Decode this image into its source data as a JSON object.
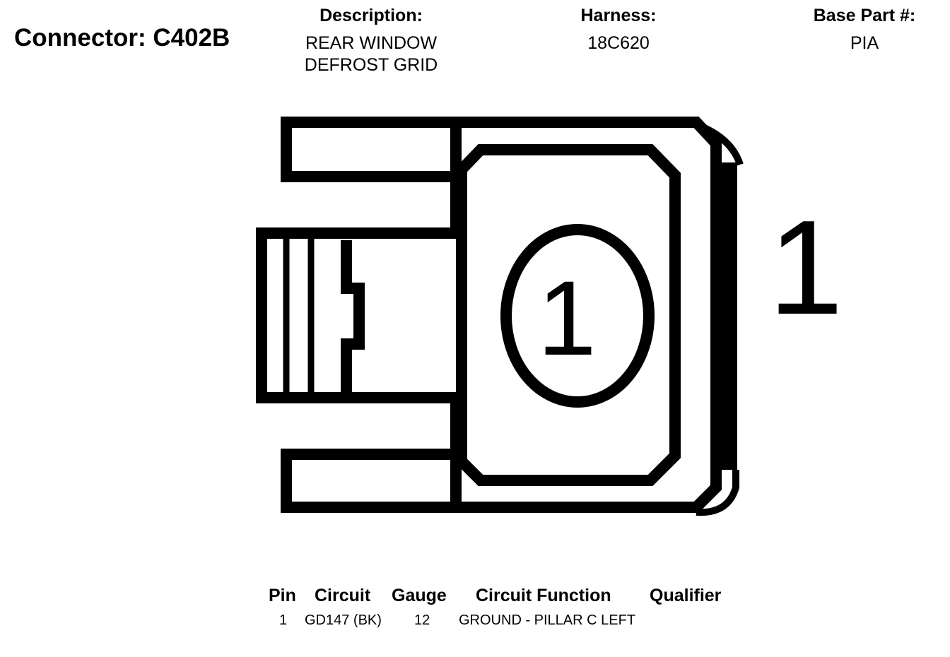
{
  "header": {
    "connector_title": "Connector: C402B",
    "description_label": "Description:",
    "description_line1": "REAR WINDOW",
    "description_line2": "DEFROST GRID",
    "harness_label": "Harness:",
    "harness_value": "18C620",
    "base_part_label": "Base Part #:",
    "base_part_value": "PIA"
  },
  "diagram": {
    "cavity_number": "1",
    "side_number": "1"
  },
  "table": {
    "headers": {
      "pin": "Pin",
      "circuit": "Circuit",
      "gauge": "Gauge",
      "function": "Circuit Function",
      "qualifier": "Qualifier"
    },
    "rows": [
      {
        "pin": "1",
        "circuit": "GD147 (BK)",
        "gauge": "12",
        "function": "GROUND - PILLAR C LEFT",
        "qualifier": ""
      }
    ]
  }
}
